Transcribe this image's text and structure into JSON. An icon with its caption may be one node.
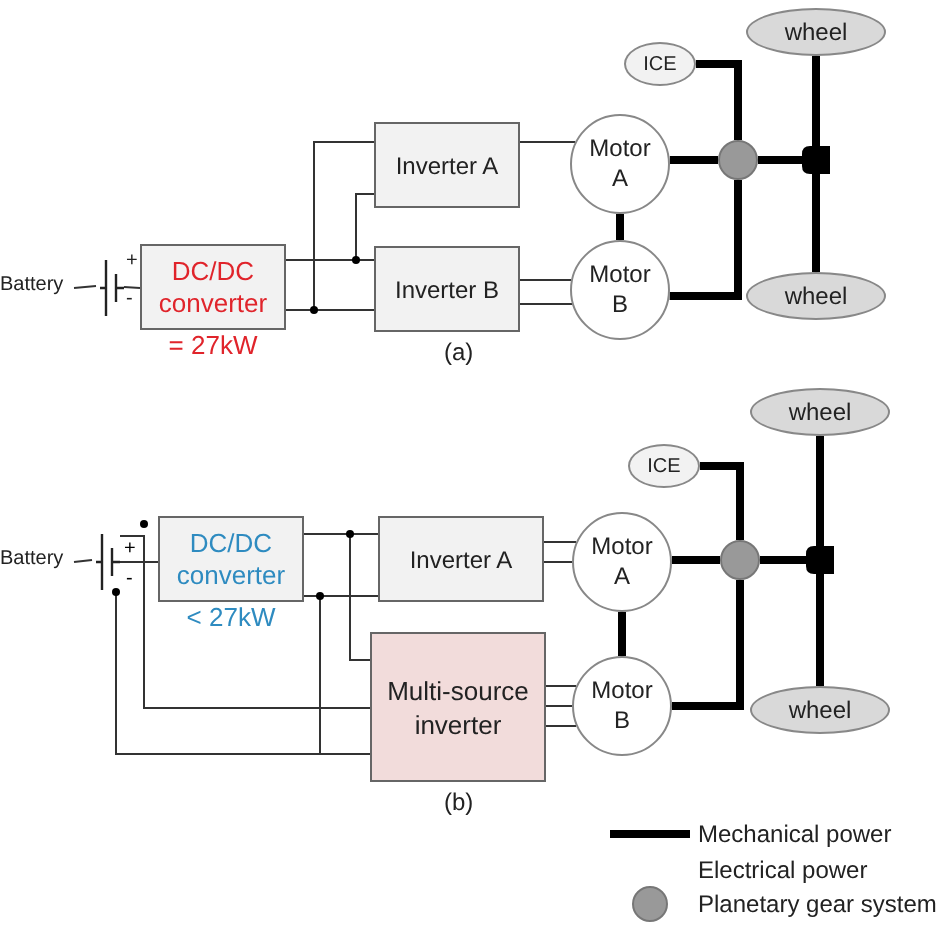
{
  "diagram": {
    "nodes": [
      {
        "text": [
          "Battery"
        ]
      },
      {
        "text": [],
        "shape": "battery"
      },
      {
        "text": [
          "DC/DC converter"
        ],
        "beside": [
          "= 27kW"
        ]
      },
      {
        "text": [
          "Inverter A"
        ]
      },
      {
        "text": [
          "Inverter B"
        ]
      },
      {
        "text": [
          "Motor A"
        ]
      },
      {
        "text": [
          "Motor B"
        ]
      },
      {
        "text": [
          "ICE"
        ]
      },
      {
        "text": [
          "wheel"
        ]
      },
      {
        "text": [
          "wheel"
        ]
      },
      {
        "text": [],
        "shape": "circle"
      },
      {
        "text": [],
        "shape": "box"
      },
      {
        "text": [
          "Battery"
        ]
      },
      {
        "text": [],
        "shape": "battery"
      },
      {
        "text": [
          "DC/DC converter"
        ],
        "beside": [
          "< 27kW"
        ]
      },
      {
        "text": [
          "Inverter A"
        ]
      },
      {
        "text": [
          "Multi-source inverter"
        ]
      },
      {
        "text": [
          "Motor A"
        ]
      },
      {
        "text": [
          "Motor B"
        ]
      },
      {
        "text": [
          "ICE"
        ]
      },
      {
        "text": [
          "wheel"
        ]
      },
      {
        "text": [
          "wheel"
        ]
      },
      {
        "text": [],
        "shape": "circle"
      },
      {
        "text": [],
        "shape": "box"
      }
    ],
    "edges": [
      {
        "from": 0,
        "to": 1,
        "arrow": "none"
      },
      {
        "from": 1,
        "to": 2,
        "arrow": "none"
      },
      {
        "from": 2,
        "to": 3,
        "arrow": "none"
      },
      {
        "from": 2,
        "to": 3,
        "arrow": "none"
      },
      {
        "from": 2,
        "to": 4,
        "arrow": "none"
      },
      {
        "from": 2,
        "to": 4,
        "arrow": "none"
      },
      {
        "from": 3,
        "to": 5,
        "arrow": "none"
      },
      {
        "from": 4,
        "to": 6,
        "arrow": "none"
      },
      {
        "from": 4,
        "to": 6,
        "arrow": "none"
      },
      {
        "from": 5,
        "to": 10,
        "arrow": "none",
        "style": "thick"
      },
      {
        "from": 5,
        "to": 6,
        "arrow": "none",
        "style": "thick"
      },
      {
        "from": 6,
        "to": 10,
        "arrow": "none",
        "style": "thick"
      },
      {
        "from": 7,
        "to": 10,
        "arrow": "none",
        "style": "thick"
      },
      {
        "from": 10,
        "to": 11,
        "arrow": "none",
        "style": "thick"
      },
      {
        "from": 8,
        "to": 11,
        "arrow": "none",
        "style": "thick"
      },
      {
        "from": 11,
        "to": 9,
        "arrow": "none",
        "style": "thick"
      },
      {
        "from": 12,
        "to": 13,
        "arrow": "none"
      },
      {
        "from": 13,
        "to": 14,
        "arrow": "none"
      },
      {
        "from": 13,
        "to": 16,
        "arrow": "none"
      },
      {
        "from": 13,
        "to": 16,
        "arrow": "none"
      },
      {
        "from": 14,
        "to": 15,
        "arrow": "none"
      },
      {
        "from": 14,
        "to": 15,
        "arrow": "none"
      },
      {
        "from": 14,
        "to": 16,
        "arrow": "none"
      },
      {
        "from": 14,
        "to": 16,
        "arrow": "none"
      },
      {
        "from": 15,
        "to": 17,
        "arrow": "none"
      },
      {
        "from": 15,
        "to": 17,
        "arrow": "none"
      },
      {
        "from": 16,
        "to": 18,
        "arrow": "none"
      },
      {
        "from": 16,
        "to": 18,
        "arrow": "none"
      },
      {
        "from": 16,
        "to": 18,
        "arrow": "none"
      },
      {
        "from": 17,
        "to": 22,
        "arrow": "none",
        "style": "thick"
      },
      {
        "from": 17,
        "to": 18,
        "arrow": "none",
        "style": "thick"
      },
      {
        "from": 18,
        "to": 22,
        "arrow": "none",
        "style": "thick"
      },
      {
        "from": 19,
        "to": 22,
        "arrow": "none",
        "style": "thick"
      },
      {
        "from": 22,
        "to": 23,
        "arrow": "none",
        "style": "thick"
      },
      {
        "from": 20,
        "to": 23,
        "arrow": "none",
        "style": "thick"
      },
      {
        "from": 23,
        "to": 21,
        "arrow": "none",
        "style": "thick"
      }
    ],
    "labels": [
      "+",
      "-",
      "(a)",
      "+",
      "-",
      "(b)"
    ],
    "legend": [
      {
        "text": "Mechanical power"
      },
      {
        "text": "Electrical power"
      },
      {
        "text": "Planetary gear system"
      }
    ]
  }
}
